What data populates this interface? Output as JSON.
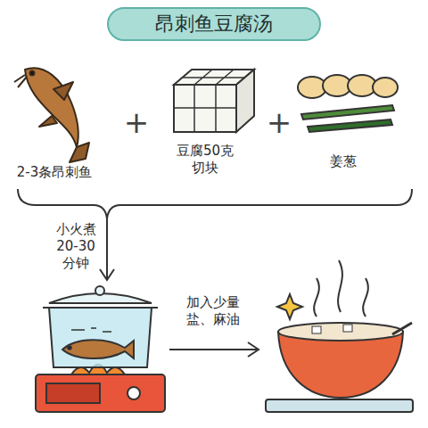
{
  "diagram": {
    "title": "昂刺鱼豆腐汤",
    "labels": [
      "2-3条昂刺鱼",
      "+",
      "豆腐50克 切块",
      "+",
      "姜葱",
      "小火煮 20-30 分钟",
      "加入少量 盐、麻油"
    ]
  }
}
